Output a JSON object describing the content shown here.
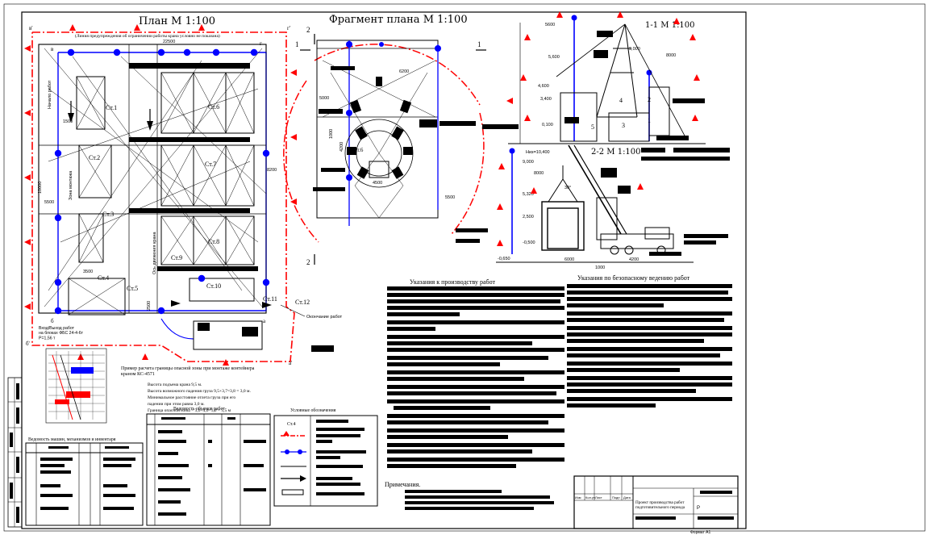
{
  "titles": {
    "plan": "План   М 1:100",
    "fragment": "Фрагмент плана  М 1:100",
    "section_1_1": "1-1  М 1:100",
    "section_2_2": "2-2   М 1:100",
    "plan_note": "(Линия предупреждения об ограничении работы крана условно не показана)"
  },
  "plan": {
    "dims": [
      "22500",
      "6000",
      "10000",
      "8200",
      "5500",
      "1500",
      "8200",
      "6200",
      "8200",
      "3500",
      "2500"
    ],
    "stations": [
      "Ст.1",
      "Ст.2",
      "Ст.3",
      "Ст.4",
      "Ст.5",
      "Ст.6",
      "Ст.7",
      "Ст.8",
      "Ст.9",
      "Ст.10",
      "Ст.11",
      "Ст.12"
    ],
    "left_labels": [
      "Начало работ",
      "Зона монтажа",
      "Ось движения крана"
    ],
    "start_note": "Вход/Выход работ\nна блоках ФБС 24-4-6т\nР=1,56 т",
    "end_label": "Окончание работ",
    "axes": [
      "в",
      "г",
      "б",
      "б'",
      "а",
      "а'",
      "г'",
      "в'"
    ]
  },
  "fragment": {
    "dims": [
      "6200",
      "5000",
      "1000",
      "4200",
      "5500",
      "4500"
    ],
    "station": "Ст.6",
    "cut_marks": [
      "1",
      "1",
      "2",
      "2"
    ]
  },
  "section_1_1": {
    "dims": [
      "5600",
      "8000",
      "9,000",
      "4,600",
      "3,400",
      "0,100",
      "5,600"
    ],
    "elev": "Низ=10,400",
    "numbers": [
      "1",
      "2",
      "3",
      "4",
      "5"
    ]
  },
  "section_2_2": {
    "dims": [
      "9,000",
      "8000",
      "5,320",
      "2,500",
      "-0,500",
      "-0,650",
      "4200",
      "1000",
      "6000"
    ],
    "angle": "30°"
  },
  "calc": {
    "title": "Пример расчета границы опасной зоны при монтаже контейнера\nкраном КС-4571",
    "lines": [
      "Высота подъема крана 9,5 м.",
      "Высота возможного падения груза 9,5+3,7=3,8 = 3,0 м.",
      "Минимальное расстояние отлета груза при его",
      "падении при этом равна 3,0 м.",
      "Граница опасной зоны = 3,0+4,0=1,0 = 5,5 м"
    ]
  },
  "tables": {
    "machines": "Ведомость машин, механизмов и инвентаря",
    "volumes": "Ведомость объемов работ",
    "legend": "Условные обозначения",
    "legend_station": "Ст.4"
  },
  "instructions": {
    "production": "Указания к производству работ",
    "safety": "Указания по безопасному ведению работ",
    "notes": "Примечания."
  },
  "stamp": {
    "title": "Проект производства работ\nподготовительного периода",
    "stage": "Р",
    "format": "Формат А1",
    "headers": [
      "Изм",
      "Кол.уч",
      "Лист",
      "№док",
      "Подп",
      "Дата"
    ]
  },
  "colors": {
    "red": "#ff0000",
    "blue": "#0000ff",
    "ink": "#000000"
  }
}
